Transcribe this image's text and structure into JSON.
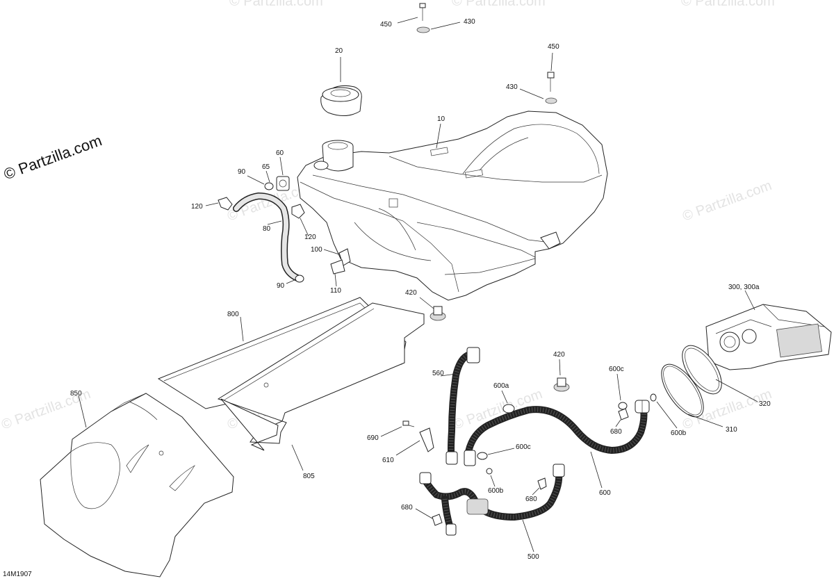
{
  "copyright": "© Partzilla.com",
  "watermark": "© Partzilla.com",
  "drawing_number": "14M1907",
  "callouts": {
    "c450a": "450",
    "c430a": "430",
    "c20": "20",
    "c450b": "450",
    "c430b": "430",
    "c10": "10",
    "c60": "60",
    "c65": "65",
    "c90a": "90",
    "c120a": "120",
    "c80": "80",
    "c120b": "120",
    "c100": "100",
    "c90b": "90",
    "c110": "110",
    "c420a": "420",
    "c800": "800",
    "c850": "850",
    "c805": "805",
    "c300": "300, 300a",
    "c320": "320",
    "c310": "310",
    "c600b_r": "600b",
    "c600c_r": "600c",
    "c680_r": "680",
    "c420b": "420",
    "c600a": "600a",
    "c560": "560",
    "c690": "690",
    "c610": "610",
    "c600c_m": "600c",
    "c600b_m": "600b",
    "c680_m": "680",
    "c600": "600",
    "c680_l": "680",
    "c500": "500"
  }
}
